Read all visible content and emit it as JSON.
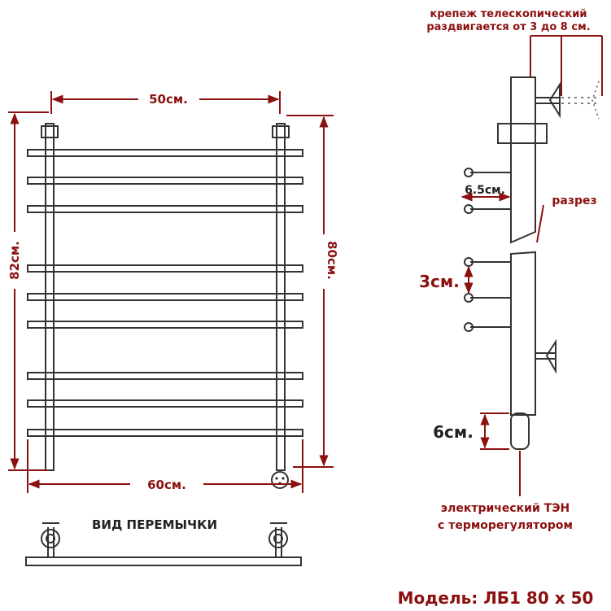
{
  "colors": {
    "dimension": "#8b1010",
    "outline": "#333333",
    "text_dark": "#222222"
  },
  "front_view": {
    "top_width": "50см.",
    "bottom_width": "60см.",
    "left_height": "82см.",
    "right_height": "80см."
  },
  "jumper_view": {
    "title": "ВИД ПЕРЕМЫЧКИ"
  },
  "side_view": {
    "mount_line1": "крепеж телескопический",
    "mount_line2": "раздвигается от 3 до 8 см.",
    "depth": "6.5см.",
    "section": "разрез",
    "bar_spacing": "3см.",
    "heater_length": "6см.",
    "heater_line1": "электрический  ТЭН",
    "heater_line2": "с терморегулятором"
  },
  "model": "Модель: ЛБ1 80 х 50"
}
